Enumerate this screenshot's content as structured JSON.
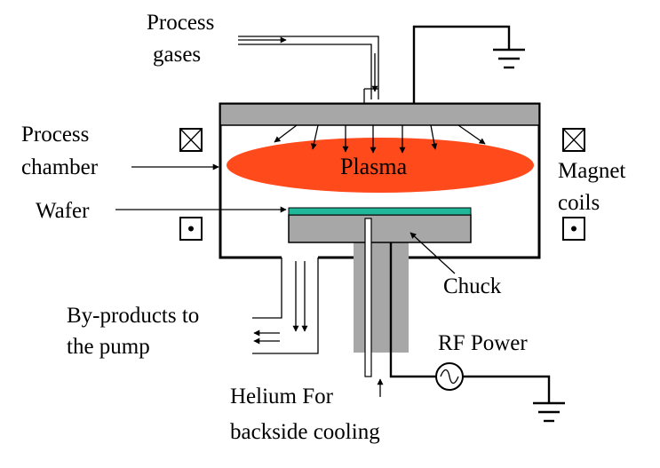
{
  "labels": {
    "process_gases_1": "Process",
    "process_gases_2": "gases",
    "process_chamber_1": "Process",
    "process_chamber_2": "chamber",
    "plasma": "Plasma",
    "magnet_coils_1": "Magnet",
    "magnet_coils_2": "coils",
    "wafer": "Wafer",
    "chuck": "Chuck",
    "byproducts_1": "By-products to",
    "byproducts_2": "the pump",
    "rf_power": "RF Power",
    "helium_1": "Helium For",
    "helium_2": "backside cooling"
  },
  "colors": {
    "plasma": "#ff4a1c",
    "wafer": "#1fb89a",
    "electrode": "#a7a7a7",
    "outline": "#000000"
  },
  "icons": {
    "coil_into_page": "boxed-x-icon",
    "coil_out_of_page": "boxed-dot-icon",
    "ground": "ground-icon",
    "ac_source": "ac-source-icon"
  }
}
